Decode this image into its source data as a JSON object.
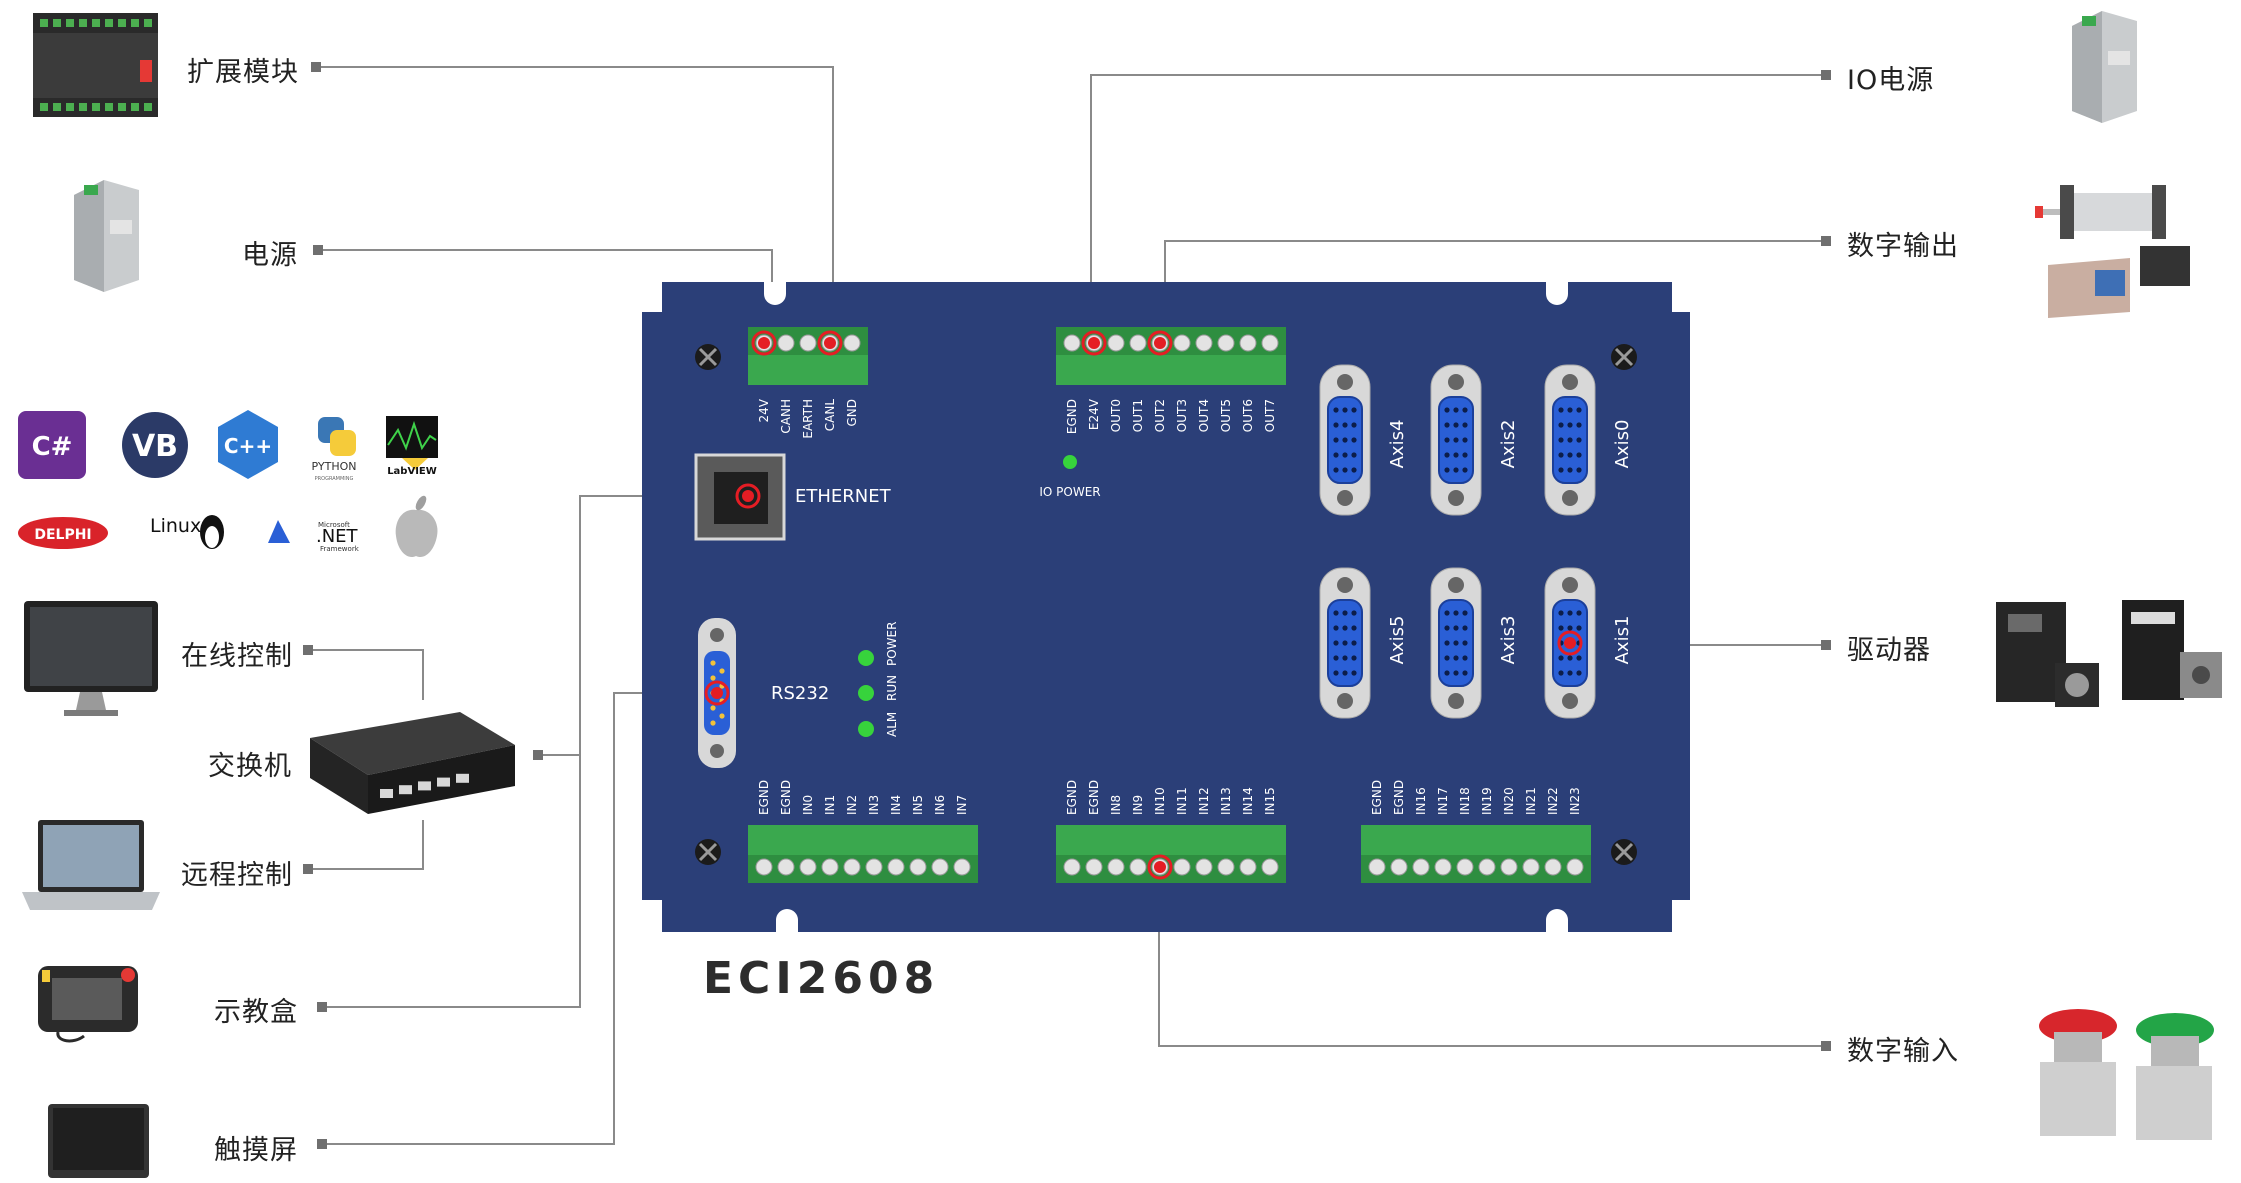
{
  "model": "ECI2608",
  "left_labels": {
    "expansion": "扩展模块",
    "power": "电源",
    "online_control": "在线控制",
    "switch": "交换机",
    "remote_control": "远程控制",
    "teach_pendant": "示教盒",
    "touchscreen": "触摸屏"
  },
  "right_labels": {
    "io_power": "IO电源",
    "digital_output": "数字输出",
    "driver": "驱动器",
    "digital_input": "数字输入"
  },
  "board": {
    "top_left_terminal": [
      "24V",
      "CANH",
      "EARTH",
      "CANL",
      "GND"
    ],
    "top_right_terminal": [
      "EGND",
      "E24V",
      "OUT0",
      "OUT1",
      "OUT2",
      "OUT3",
      "OUT4",
      "OUT5",
      "OUT6",
      "OUT7"
    ],
    "io_power_led": "IO POWER",
    "ethernet": "ETHERNET",
    "rs232": "RS232",
    "status_leds": [
      "POWER",
      "RUN",
      "ALM"
    ],
    "axes_top": [
      "Axis4",
      "Axis2",
      "Axis0"
    ],
    "axes_bottom": [
      "Axis5",
      "Axis3",
      "Axis1"
    ],
    "bottom_terminal_1": [
      "EGND",
      "EGND",
      "IN0",
      "IN1",
      "IN2",
      "IN3",
      "IN4",
      "IN5",
      "IN6",
      "IN7"
    ],
    "bottom_terminal_2": [
      "EGND",
      "EGND",
      "IN8",
      "IN9",
      "IN10",
      "IN11",
      "IN12",
      "IN13",
      "IN14",
      "IN15"
    ],
    "bottom_terminal_3": [
      "EGND",
      "EGND",
      "IN16",
      "IN17",
      "IN18",
      "IN19",
      "IN20",
      "IN21",
      "IN22",
      "IN23"
    ]
  },
  "logos": {
    "csharp": "C#",
    "vb": "VB",
    "cpp": "C++",
    "python": "PYTHON",
    "python_sub": "PROGRAMMING",
    "labview": "LabVIEW",
    "delphi": "DELPHI",
    "linux": "Linux",
    "dotnet": ".NET",
    "dotnet_top": "Microsoft",
    "dotnet_sub": "Framework"
  },
  "colors": {
    "board": "#2b3f78",
    "board_dark": "#1f2f5e",
    "terminal": "#3aa84e",
    "marker": "#e51d24",
    "db_connector": "#2a5fd6",
    "led": "#37d33c",
    "line": "#8a8a8a"
  }
}
